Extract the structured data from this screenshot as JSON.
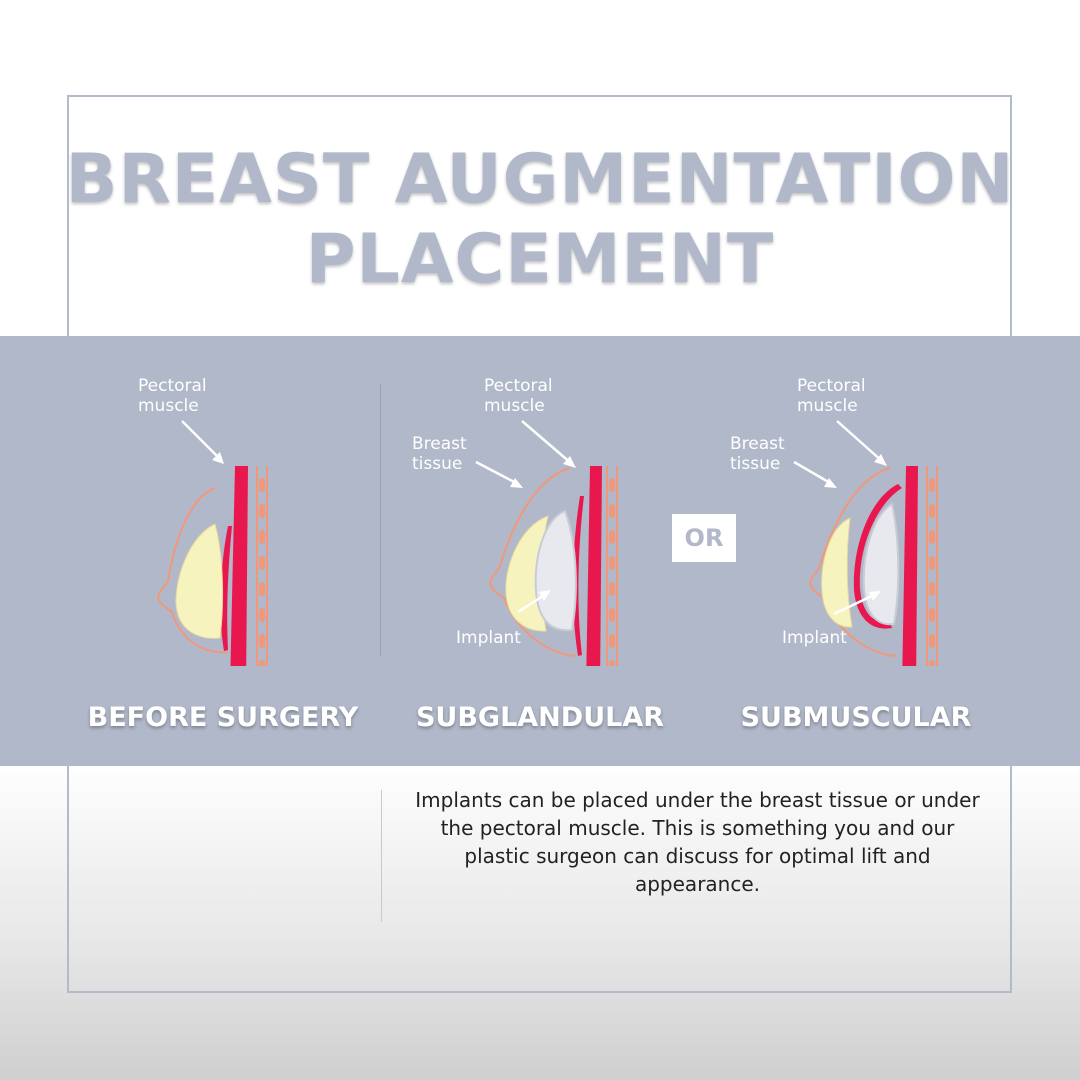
{
  "title": {
    "line1": "BREAST AUGMENTATION",
    "line2": "PLACEMENT"
  },
  "panels": {
    "before": {
      "pectoral_label": "Pectoral\nmuscle",
      "caption": "BEFORE SURGERY"
    },
    "subglandular": {
      "pectoral_label": "Pectoral\nmuscle",
      "breast_label": "Breast\ntissue",
      "implant_label": "Implant",
      "caption": "SUBGLANDULAR"
    },
    "submuscular": {
      "pectoral_label": "Pectoral\nmuscle",
      "breast_label": "Breast\ntissue",
      "implant_label": "Implant",
      "caption": "SUBMUSCULAR"
    }
  },
  "or_label": "OR",
  "description": "Implants can be placed under the breast tissue or under the pectoral muscle. This is something you and our plastic surgeon can discuss for optimal lift and appearance.",
  "colors": {
    "band": "#b0b8c9",
    "muscle": "#e8184f",
    "skin_outline": "#f2987a",
    "fat_tissue": "#f7f3be",
    "implant": "#e7e9ef"
  }
}
